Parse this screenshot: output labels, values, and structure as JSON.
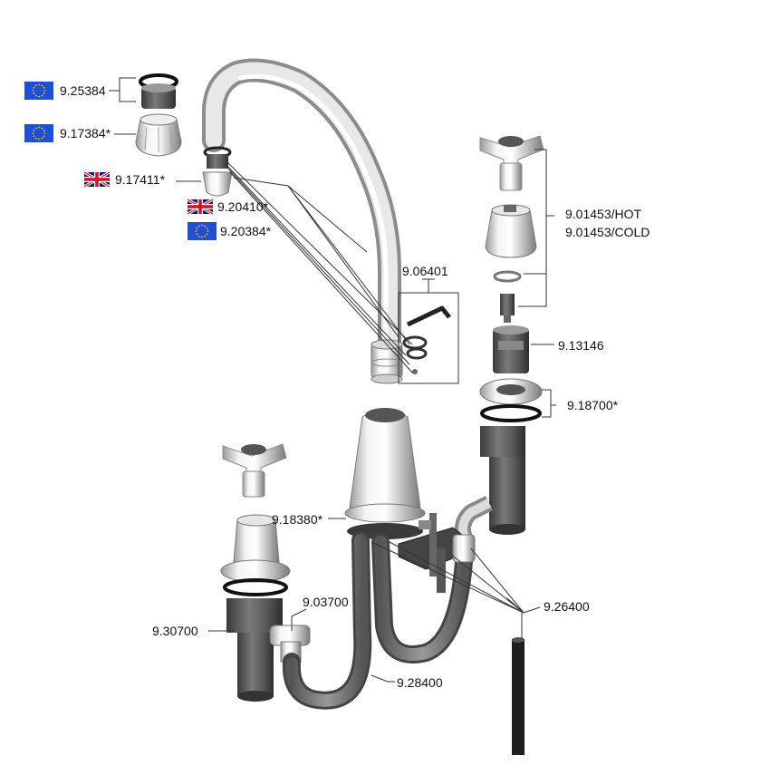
{
  "diagram": {
    "parts": [
      {
        "number": "9.25384",
        "flag": "eu-flag-icon"
      },
      {
        "number": "9.17384*",
        "flag": "eu-flag-icon"
      },
      {
        "number": "9.17411*",
        "flag": "uk-flag-icon"
      },
      {
        "number": "9.20410*",
        "flag": "uk-flag-icon"
      },
      {
        "number": "9.20384*",
        "flag": "eu-flag-icon"
      },
      {
        "number": "9.06401"
      },
      {
        "number": "9.01453/HOT"
      },
      {
        "number": "9.01453/COLD"
      },
      {
        "number": "9.13146"
      },
      {
        "number": "9.18700*"
      },
      {
        "number": "9.18380*"
      },
      {
        "number": "9.26400"
      },
      {
        "number": "9.03700"
      },
      {
        "number": "9.30700"
      },
      {
        "number": "9.28400"
      }
    ]
  },
  "colors": {
    "chrome_light": "#f2f2f2",
    "chrome_dark": "#8a8a8a",
    "rubber": "#2a2a2a",
    "hose": "#6e6e6e",
    "eu_blue": "#1f4fd6",
    "eu_star": "#f5d400",
    "uk_red": "#cf142b",
    "uk_blue": "#012169"
  }
}
